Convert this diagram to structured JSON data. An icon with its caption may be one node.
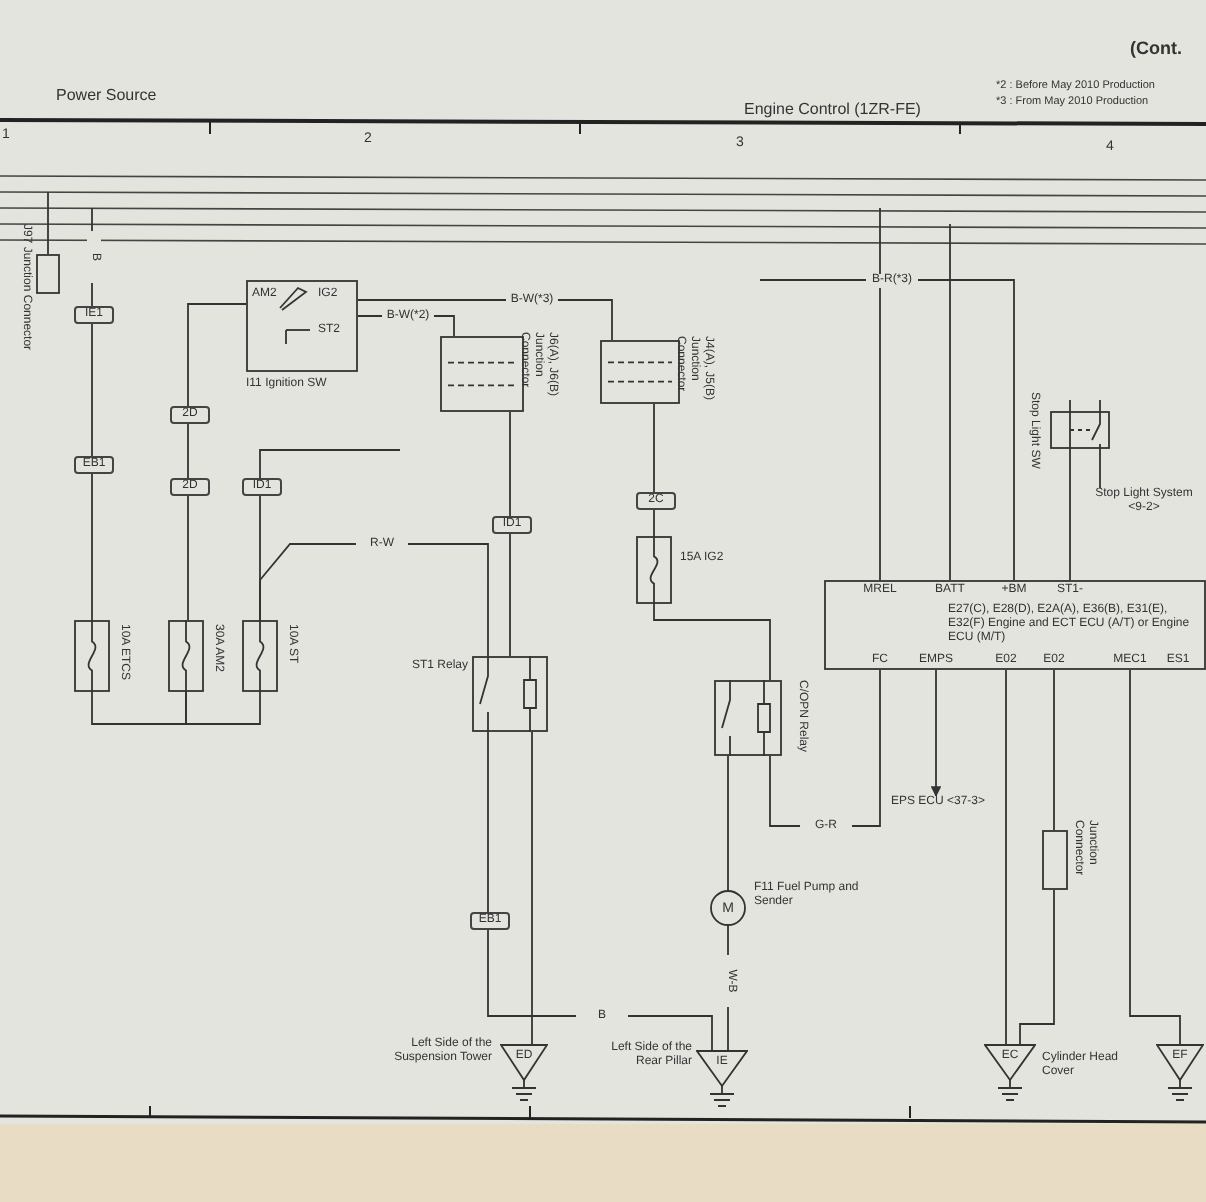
{
  "diagram": {
    "nodes": [
      {
        "text": [
          "AM2",
          "IG2",
          "ST2"
        ],
        "beside": [
          "I11 Ignition SW"
        ]
      },
      {
        "text": [],
        "shape": "box",
        "beside": [
          "J97 Junction Connector"
        ]
      },
      {
        "text": [],
        "shape": "box",
        "beside": [
          "10A ETCS"
        ]
      },
      {
        "text": [],
        "shape": "box",
        "beside": [
          "30A AM2"
        ]
      },
      {
        "text": [],
        "shape": "box",
        "beside": [
          "10A ST"
        ]
      },
      {
        "text": [],
        "shape": "box",
        "beside": [
          "J6(A), J6(B) Junction Connector"
        ]
      },
      {
        "text": [],
        "shape": "box",
        "beside": [
          "J4(A), J5(B) Junction Connector"
        ]
      },
      {
        "text": [],
        "shape": "box",
        "beside": [
          "ST1 Relay"
        ]
      },
      {
        "text": [],
        "shape": "box",
        "beside": [
          "15A IG2"
        ]
      },
      {
        "text": [],
        "shape": "box",
        "beside": [
          "C/OPN Relay"
        ]
      },
      {
        "text": [
          "M"
        ],
        "beside": [
          "F11 Fuel Pump and Sender"
        ]
      },
      {
        "text": [],
        "shape": "box",
        "beside": [
          "Stop Light SW"
        ]
      },
      {
        "text": [
          "Stop Light System <9-2>"
        ]
      },
      {
        "text": [
          "MREL",
          "BATT",
          "+BM",
          "ST1-",
          "E27(C), E28(D), E2A(A), E36(B), E31(E), E32(F) Engine and ECT ECU (A/T) or Engine ECU (M/T)",
          "FC",
          "EMPS",
          "E02",
          "E02",
          "MEC1",
          "ES1"
        ]
      },
      {
        "text": [
          "EPS ECU <37-3>"
        ]
      },
      {
        "text": [],
        "shape": "box",
        "beside": [
          "Junction Connector"
        ]
      },
      {
        "text": [
          "ED"
        ],
        "beside": [
          "Left Side of the Suspension Tower"
        ]
      },
      {
        "text": [
          "IE"
        ],
        "beside": [
          "Left Side of the Rear Pillar"
        ]
      },
      {
        "text": [
          "EC"
        ],
        "beside": [
          "Cylinder Head Cover"
        ]
      },
      {
        "text": [
          "EF"
        ]
      }
    ],
    "edges": [
      {
        "from": 0,
        "to": 3,
        "arrow": "none"
      },
      {
        "from": 0,
        "to": 5,
        "arrow": "none",
        "label": "B-W(*2)"
      },
      {
        "from": 0,
        "to": 6,
        "arrow": "none",
        "label": "B-W(*3)"
      },
      {
        "from": 5,
        "to": 7,
        "arrow": "none"
      },
      {
        "from": 6,
        "to": 8,
        "arrow": "none"
      },
      {
        "from": 4,
        "to": 7,
        "arrow": "none",
        "label": "R-W"
      },
      {
        "from": 7,
        "to": 16,
        "arrow": "none"
      },
      {
        "from": 7,
        "to": 17,
        "arrow": "none",
        "label": "B"
      },
      {
        "from": 8,
        "to": 9,
        "arrow": "none"
      },
      {
        "from": 9,
        "to": 10,
        "arrow": "none"
      },
      {
        "from": 10,
        "to": 17,
        "arrow": "none",
        "label": "W-B"
      },
      {
        "from": 9,
        "to": 13,
        "arrow": "none",
        "label": "G-R"
      },
      {
        "from": 13,
        "to": 14,
        "arrow": "to"
      },
      {
        "from": 13,
        "to": 15,
        "arrow": "none"
      },
      {
        "from": 15,
        "to": 18,
        "arrow": "none"
      },
      {
        "from": 13,
        "to": 18,
        "arrow": "none"
      },
      {
        "from": 13,
        "to": 19,
        "arrow": "none"
      },
      {
        "from": 11,
        "to": 13,
        "arrow": "none"
      },
      {
        "from": 11,
        "to": 12,
        "arrow": "none"
      },
      {
        "from": null,
        "to": 13,
        "arrow": "none"
      },
      {
        "from": null,
        "to": 13,
        "arrow": "none"
      },
      {
        "from": null,
        "to": 13,
        "arrow": "none",
        "label": "B-R(*3)"
      },
      {
        "from": 2,
        "to": 3,
        "arrow": "none"
      },
      {
        "from": 3,
        "to": 4,
        "arrow": "none"
      },
      {
        "from": null,
        "to": 2,
        "arrow": "none",
        "label": "B"
      },
      {
        "from": null,
        "to": 1,
        "arrow": "none"
      },
      {
        "from": null,
        "to": 4,
        "arrow": "none"
      }
    ],
    "labels": [
      "Power Source",
      "Engine Control (1ZR-FE)",
      "(Cont.",
      "*2 : Before May 2010 Production",
      "*3 : From May 2010 Production",
      "1",
      "2",
      "3",
      "4",
      "IE1",
      "EB1",
      "2D",
      "2D",
      "ID1",
      "ID1",
      "2C",
      "EB1"
    ]
  }
}
